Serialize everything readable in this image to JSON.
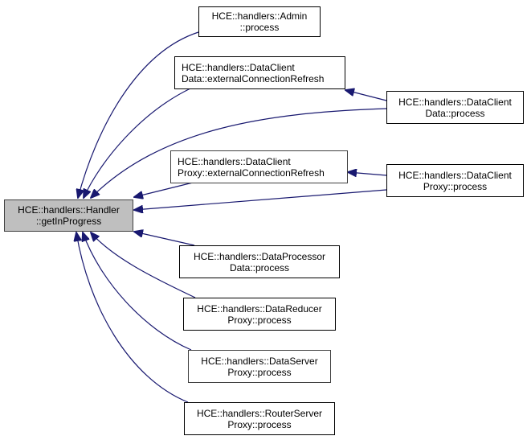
{
  "diagram": {
    "type": "call-graph",
    "edge_color": "#191970",
    "focus_fill": "#bfbfbf",
    "nodes": [
      {
        "id": "handler",
        "line1": "HCE::handlers::Handler",
        "line2": "::getInProgress",
        "focus": true
      },
      {
        "id": "admin",
        "line1": "HCE::handlers::Admin",
        "line2": "::process"
      },
      {
        "id": "dcd_ecr",
        "line1": "HCE::handlers::DataClient",
        "line2": "Data::externalConnectionRefresh"
      },
      {
        "id": "dcd_proc",
        "line1": "HCE::handlers::DataClient",
        "line2": "Data::process"
      },
      {
        "id": "dcp_ecr",
        "line1": "HCE::handlers::DataClient",
        "line2": "Proxy::externalConnectionRefresh"
      },
      {
        "id": "dcp_proc",
        "line1": "HCE::handlers::DataClient",
        "line2": "Proxy::process"
      },
      {
        "id": "dpd_proc",
        "line1": "HCE::handlers::DataProcessor",
        "line2": "Data::process"
      },
      {
        "id": "drp_proc",
        "line1": "HCE::handlers::DataReducer",
        "line2": "Proxy::process"
      },
      {
        "id": "dsp_proc",
        "line1": "HCE::handlers::DataServer",
        "line2": "Proxy::process"
      },
      {
        "id": "rsp_proc",
        "line1": "HCE::handlers::RouterServer",
        "line2": "Proxy::process"
      }
    ],
    "edges": [
      {
        "from": "admin",
        "to": "handler"
      },
      {
        "from": "dcd_ecr",
        "to": "handler"
      },
      {
        "from": "dcd_proc",
        "to": "handler"
      },
      {
        "from": "dcd_proc",
        "to": "dcd_ecr"
      },
      {
        "from": "dcp_ecr",
        "to": "handler"
      },
      {
        "from": "dcp_proc",
        "to": "dcp_ecr"
      },
      {
        "from": "dcp_proc",
        "to": "handler"
      },
      {
        "from": "dpd_proc",
        "to": "handler"
      },
      {
        "from": "drp_proc",
        "to": "handler"
      },
      {
        "from": "dsp_proc",
        "to": "handler"
      },
      {
        "from": "rsp_proc",
        "to": "handler"
      }
    ]
  }
}
